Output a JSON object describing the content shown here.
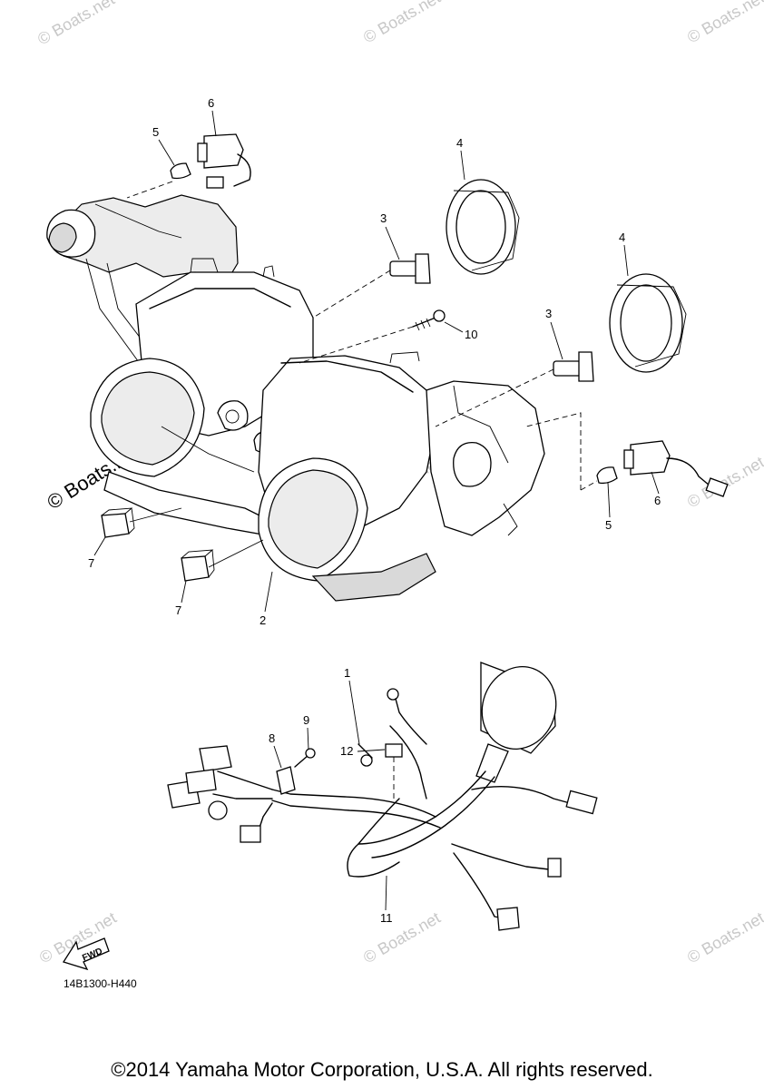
{
  "callouts": {
    "c1": "1",
    "c2": "2",
    "c3a": "3",
    "c3b": "3",
    "c4a": "4",
    "c4b": "4",
    "c5a": "5",
    "c5b": "5",
    "c6a": "6",
    "c6b": "6",
    "c7a": "7",
    "c7b": "7",
    "c8": "8",
    "c9": "9",
    "c10": "10",
    "c11": "11",
    "c12": "12"
  },
  "fwd_label": "FWD",
  "diagram_code": "14B1300-H440",
  "watermarks": {
    "main": "© Boats.net",
    "small": "© Boats.net"
  },
  "copyright": "©2014 Yamaha Motor Corporation, U.S.A. All rights reserved."
}
